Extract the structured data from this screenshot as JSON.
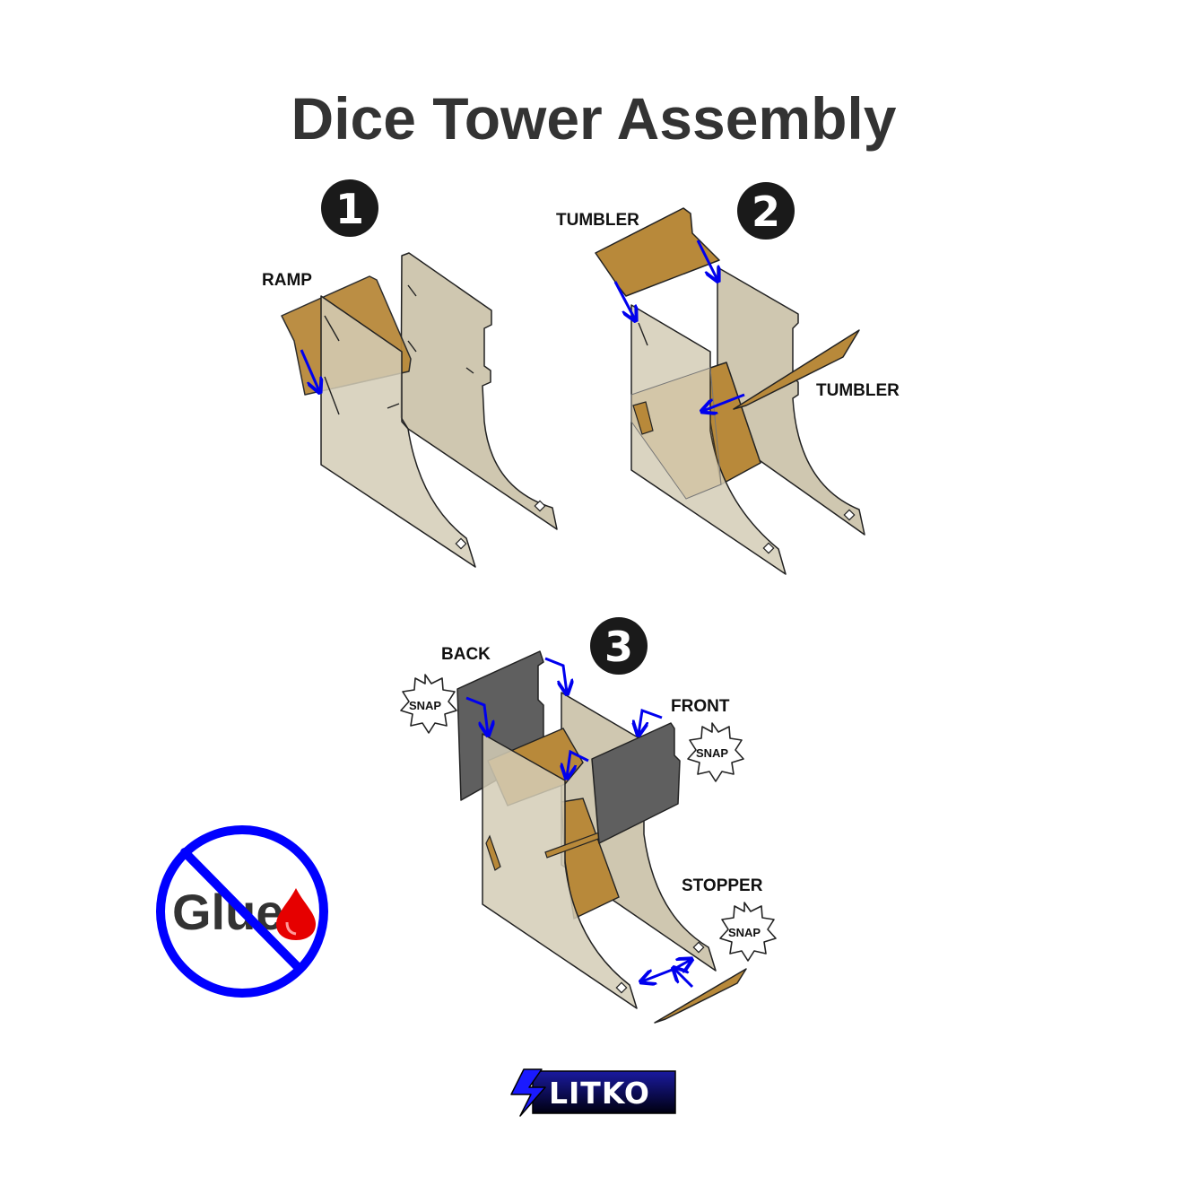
{
  "title": "Dice Tower Assembly",
  "steps": [
    {
      "number": "1",
      "labels": [
        "RAMP"
      ]
    },
    {
      "number": "2",
      "labels": [
        "TUMBLER",
        "TUMBLER"
      ]
    },
    {
      "number": "3",
      "labels": [
        "BACK",
        "FRONT",
        "STOPPER"
      ]
    }
  ],
  "snap_badges": [
    "SNAP",
    "SNAP",
    "SNAP"
  ],
  "no_glue": {
    "text": "Glue",
    "icon": "no-glue-icon"
  },
  "logo": {
    "text": "LITKO",
    "icon": "litko-logo"
  },
  "colors": {
    "wood_panel": "#cfc7b0",
    "wood_part": "#b8893a",
    "dark_panel": "#5f5f5f",
    "arrow": "#0000ee",
    "prohibition": "#0000ff",
    "drop": "#e60000"
  }
}
